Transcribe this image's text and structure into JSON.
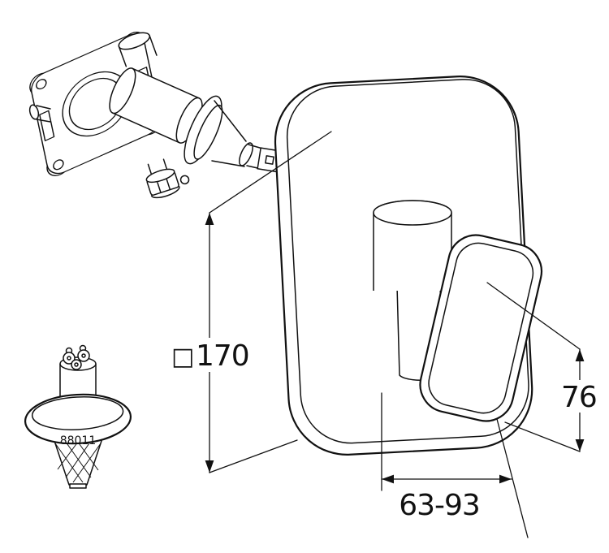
{
  "colors": {
    "background": "#ffffff",
    "line_color": "#111111"
  },
  "labels": {
    "square_symbol": "□",
    "plate_dimension": "170",
    "handle_dimension": "76",
    "depth_range_dimension": "63-93",
    "part_number": "88011"
  }
}
